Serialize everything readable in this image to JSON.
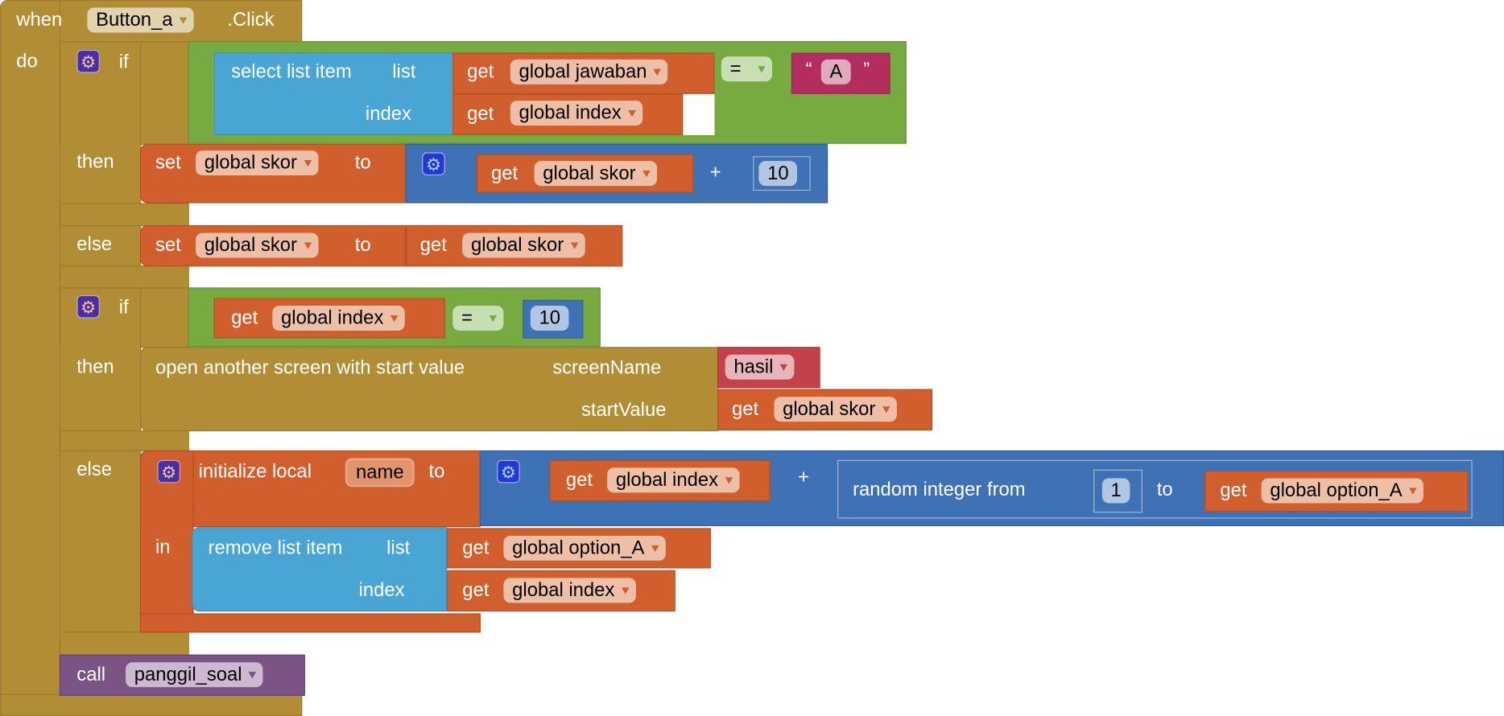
{
  "event": {
    "when": "when",
    "component": "Button_a",
    "event_name": ".Click",
    "do": "do"
  },
  "if1": {
    "if": "if",
    "then": "then",
    "else": "else",
    "select": {
      "label": "select list item",
      "list": "list",
      "index": "index"
    },
    "get_list": {
      "get": "get",
      "var": "global jawaban"
    },
    "get_index": {
      "get": "get",
      "var": "global index"
    },
    "op": "=",
    "text": {
      "open_quote": "“",
      "value": "A",
      "close_quote": "”"
    },
    "then_set": {
      "set": "set",
      "var": "global skor",
      "to": "to",
      "get": "get",
      "get_var": "global skor",
      "op": "+",
      "number": "10"
    },
    "else_set": {
      "set": "set",
      "var": "global skor",
      "to": "to",
      "get": "get",
      "get_var": "global skor"
    }
  },
  "if2": {
    "if": "if",
    "then": "then",
    "else": "else",
    "get": "get",
    "var": "global index",
    "op": "=",
    "number": "10",
    "open_screen": {
      "label": "open another screen with start value",
      "screen_name": "screenName",
      "screen_value": "hasil",
      "start_value": "startValue",
      "get": "get",
      "get_var": "global skor"
    },
    "init": {
      "label": "initialize local",
      "name": "name",
      "to": "to",
      "in": "in",
      "get": "get",
      "get_var": "global index",
      "op": "+",
      "random": "random integer from",
      "from": "1",
      "to2": "to",
      "get2": "get",
      "get2_var": "global option_A"
    },
    "remove": {
      "label": "remove list item",
      "list": "list",
      "index": "index",
      "get1": "get",
      "var1": "global option_A",
      "get2": "get",
      "var2": "global index"
    }
  },
  "call": {
    "call": "call",
    "procedure": "panggil_soal"
  },
  "colors": {
    "control": "#B18E35",
    "logic": "#77AB41",
    "math": "#3F71B5",
    "lists": "#49A6D4",
    "variables": "#D05F2D",
    "text": "#B32D5E",
    "procedures": "#7C5385"
  }
}
